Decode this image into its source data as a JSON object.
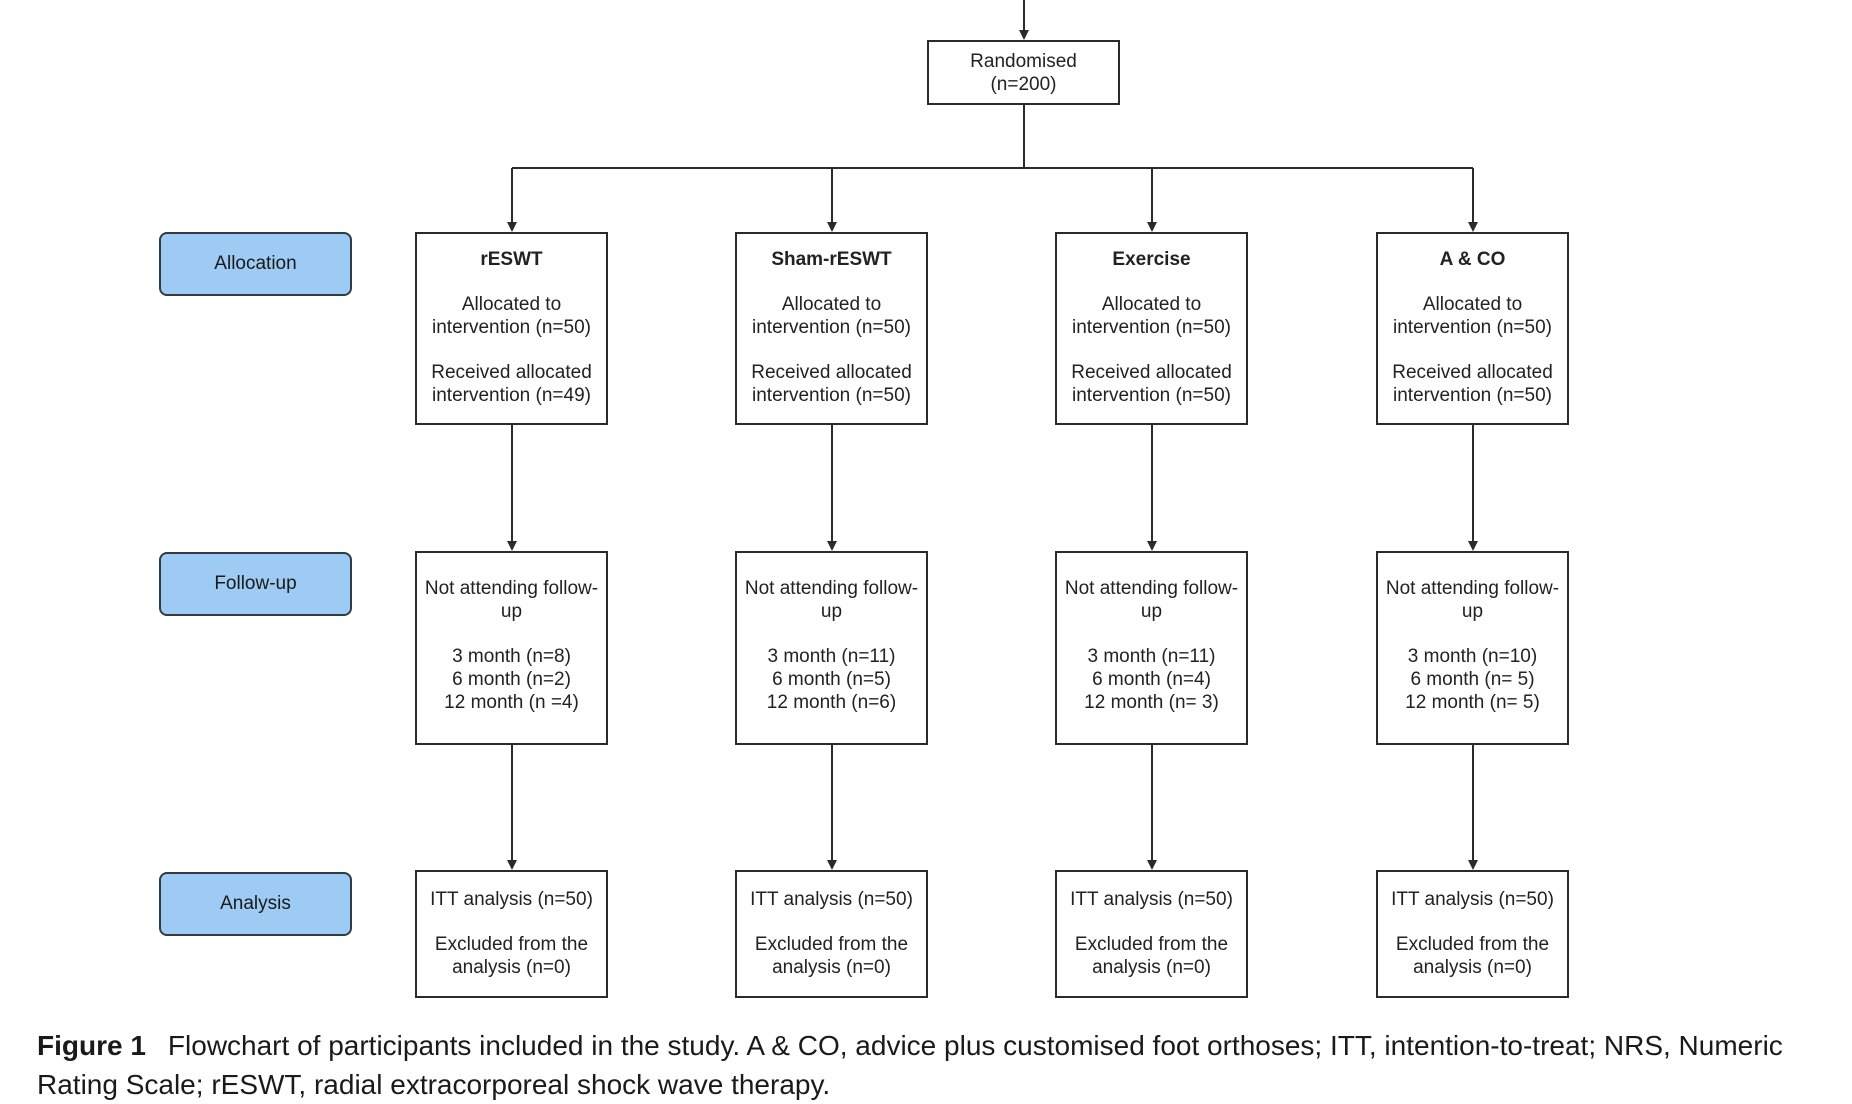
{
  "randomised": {
    "label": "Randomised",
    "n": "(n=200)"
  },
  "stages": {
    "allocation": "Allocation",
    "followup": "Follow-up",
    "analysis": "Analysis"
  },
  "arms": [
    {
      "name": "rESWT",
      "alloc": [
        "Allocated to",
        "intervention (n=50)",
        "Received allocated",
        "intervention (n=49)"
      ],
      "followup": [
        "Not attending follow-",
        "up",
        "3 month (n=8)",
        "6 month (n=2)",
        "12 month (n =4)"
      ],
      "analysis": [
        "ITT analysis (n=50)",
        "Excluded from the",
        "analysis (n=0)"
      ]
    },
    {
      "name": "Sham-rESWT",
      "alloc": [
        "Allocated to",
        "intervention (n=50)",
        "Received allocated",
        "intervention (n=50)"
      ],
      "followup": [
        "Not attending follow-",
        "up",
        "3 month (n=11)",
        "6 month (n=5)",
        "12 month (n=6)"
      ],
      "analysis": [
        "ITT analysis (n=50)",
        "Excluded from the",
        "analysis (n=0)"
      ]
    },
    {
      "name": "Exercise",
      "alloc": [
        "Allocated to",
        "intervention (n=50)",
        "Received allocated",
        "intervention (n=50)"
      ],
      "followup": [
        "Not attending follow-",
        "up",
        "3 month (n=11)",
        "6 month (n=4)",
        "12 month (n= 3)"
      ],
      "analysis": [
        "ITT analysis (n=50)",
        "Excluded from the",
        "analysis (n=0)"
      ]
    },
    {
      "name": "A & CO",
      "alloc": [
        "Allocated to",
        "intervention (n=50)",
        "Received allocated",
        "intervention (n=50)"
      ],
      "followup": [
        "Not attending follow-",
        "up",
        "3 month (n=10)",
        "6 month (n= 5)",
        "12 month (n= 5)"
      ],
      "analysis": [
        "ITT analysis (n=50)",
        "Excluded from the",
        "analysis (n=0)"
      ]
    }
  ],
  "caption": {
    "label": "Figure 1",
    "text": "Flowchart of participants included in the study. A & CO, advice plus customised foot orthoses; ITT, intention-to-treat; NRS, Numeric Rating Scale; rESWT, radial extracorporeal shock wave therapy."
  },
  "colors": {
    "stage_fill": "#9ecbf3",
    "line": "#2b2b2b"
  }
}
